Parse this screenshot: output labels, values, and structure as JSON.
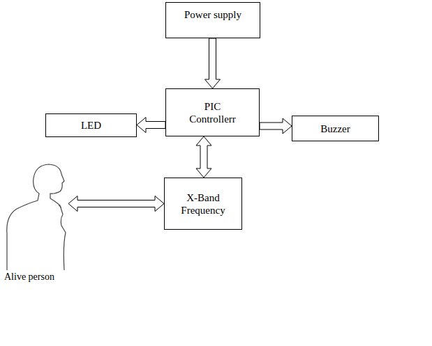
{
  "diagram": {
    "nodes": [
      {
        "text": [
          "Power supply"
        ]
      },
      {
        "text": [
          "LED"
        ]
      },
      {
        "text": [
          "PIC Controllerr"
        ]
      },
      {
        "text": [
          "Buzzer"
        ]
      },
      {
        "text": [
          "X-Band Frequency"
        ]
      },
      {
        "text": [
          "Alive person"
        ]
      }
    ],
    "edges": [
      {
        "from": 0,
        "to": 2,
        "arrow": "to"
      },
      {
        "from": 2,
        "to": 1,
        "arrow": "to"
      },
      {
        "from": 2,
        "to": 3,
        "arrow": "to"
      },
      {
        "from": 2,
        "to": 4,
        "arrow": "both"
      },
      {
        "from": 5,
        "to": 4,
        "arrow": "both"
      }
    ]
  }
}
